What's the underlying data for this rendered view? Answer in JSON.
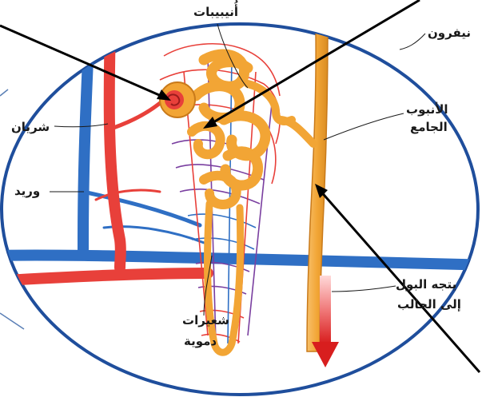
{
  "labels": {
    "tubules": "أُنيبيبات",
    "nephron": "نيفرون",
    "artery": "شريان",
    "vein": "وريد",
    "collecting_duct_line1": "الأنبوب",
    "collecting_duct_line2": "الجامع",
    "urine_line1": "يتجه البول",
    "urine_line2": "إلى الحالب",
    "capillaries_line1": "شعيرات",
    "capillaries_line2": "دموية"
  },
  "colors": {
    "circle_border": "#1f4e9c",
    "artery": "#e8403a",
    "vein": "#2f6fc4",
    "tubule": "#f2a535",
    "tubule_dark": "#c97a1a",
    "capillary_purple": "#7a3fa0",
    "arrow_red": "#d81e1e",
    "pointer": "#000000"
  }
}
